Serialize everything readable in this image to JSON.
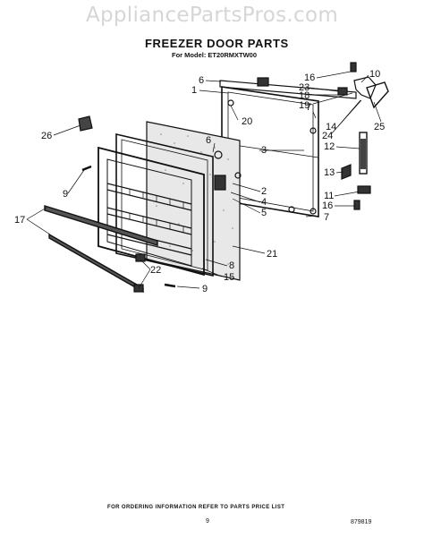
{
  "watermark": "AppliancePartsPros.com",
  "title": "FREEZER DOOR PARTS",
  "model_line": "For Model: ET20RMXTW00",
  "footer": {
    "ordering_note": "FOR ORDERING INFORMATION REFER TO PARTS PRICE LIST",
    "page_number": "9",
    "drawing_ref": "879819"
  },
  "callouts": [
    "1",
    "2",
    "3",
    "4",
    "5",
    "6",
    "6",
    "7",
    "7",
    "8",
    "9",
    "9",
    "10",
    "11",
    "12",
    "13",
    "14",
    "15",
    "16",
    "16",
    "17",
    "18",
    "19",
    "20",
    "21",
    "22",
    "23",
    "24",
    "25",
    "26"
  ]
}
